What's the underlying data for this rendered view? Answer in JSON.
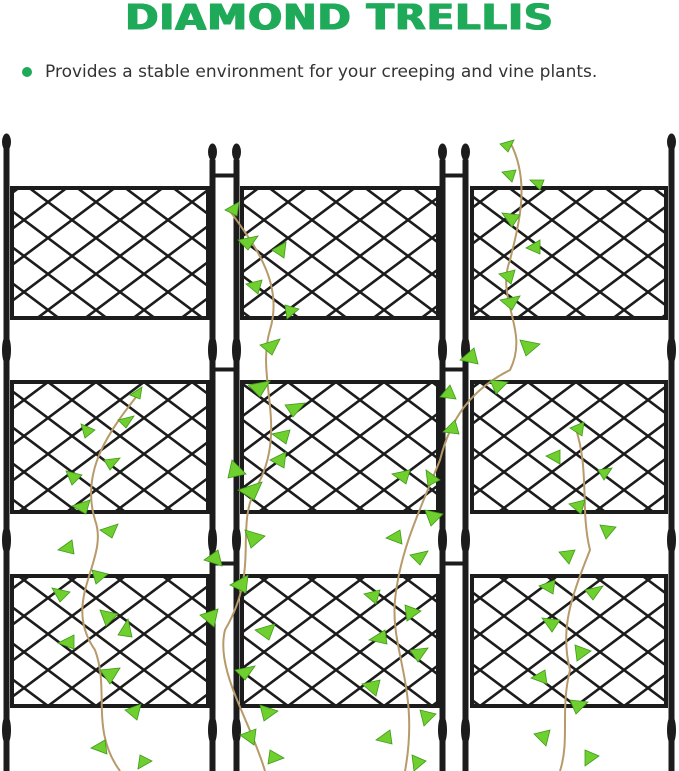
{
  "header": {
    "title": "DIAMOND TRELLIS",
    "bullet_text": "Provides a stable environment for your creeping and vine plants."
  },
  "colors": {
    "accent": "#1faa59",
    "frame": "#1c1c1c",
    "leaf": "#6fcf2e",
    "leaf_dark": "#3f9a1a",
    "stem": "#b79a6a"
  },
  "image": {
    "subject": "three black metal diamond-lattice trellis panels with green ivy vines"
  }
}
